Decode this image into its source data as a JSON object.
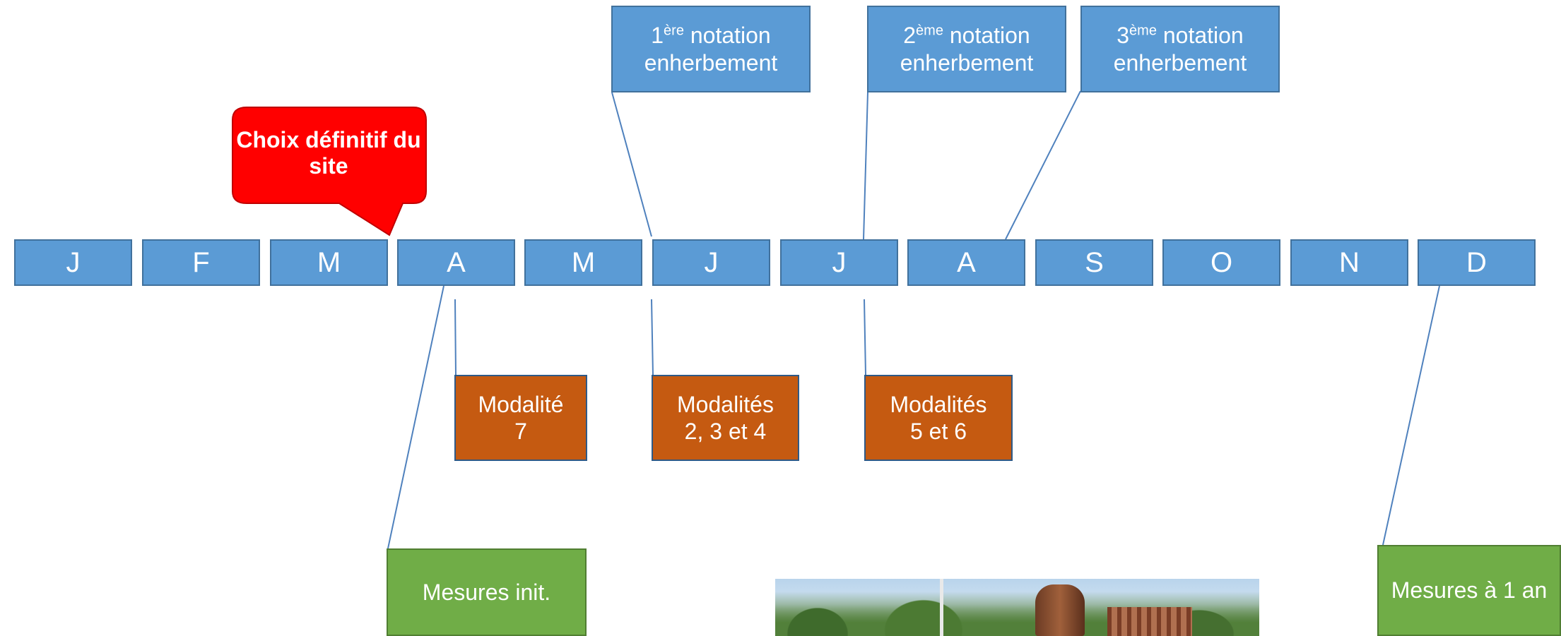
{
  "months": [
    "J",
    "F",
    "M",
    "A",
    "M",
    "J",
    "J",
    "A",
    "S",
    "O",
    "N",
    "D"
  ],
  "callout": {
    "text": "Choix définitif du site"
  },
  "notations": [
    {
      "ordinal": "1",
      "suffix": "ère",
      "line1": " notation",
      "line2": "enherbement"
    },
    {
      "ordinal": "2",
      "suffix": "ème",
      "line1": " notation",
      "line2": "enherbement"
    },
    {
      "ordinal": "3",
      "suffix": "ème",
      "line1": " notation",
      "line2": "enherbement"
    }
  ],
  "modalites": [
    {
      "line1": "Modalité",
      "line2": "7"
    },
    {
      "line1": "Modalités",
      "line2": "2, 3 et 4"
    },
    {
      "line1": "Modalités",
      "line2": "5 et 6"
    }
  ],
  "mesures": [
    {
      "text": "Mesures init."
    },
    {
      "text": "Mesures à 1 an"
    }
  ],
  "colors": {
    "month_fill": "#5b9bd5",
    "callout_fill": "#ff0000",
    "modalite_fill": "#c55a11",
    "mesure_fill": "#70ad47"
  }
}
